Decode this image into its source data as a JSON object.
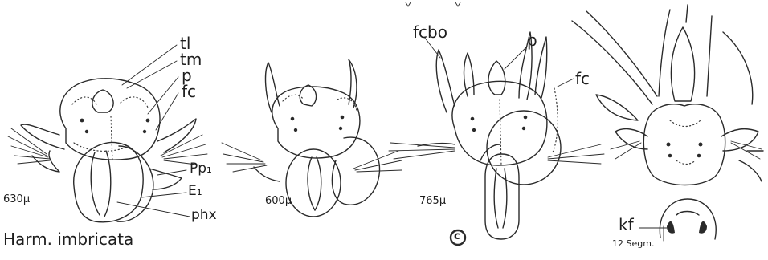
{
  "labels": {
    "tl": "tl",
    "tm": "tm",
    "p_left": "p",
    "fc_left": "fc",
    "pp1": "Pp₁",
    "e1": "E₁",
    "phx": "phx",
    "size1": "630μ",
    "species": "Harm. imbricata",
    "size2": "600μ",
    "fcbo": "fcbo",
    "p_right": "p",
    "fc_right": "fc",
    "size3": "765μ",
    "panel_letter": "c",
    "kf": "kf",
    "segment": "12 Segm."
  }
}
